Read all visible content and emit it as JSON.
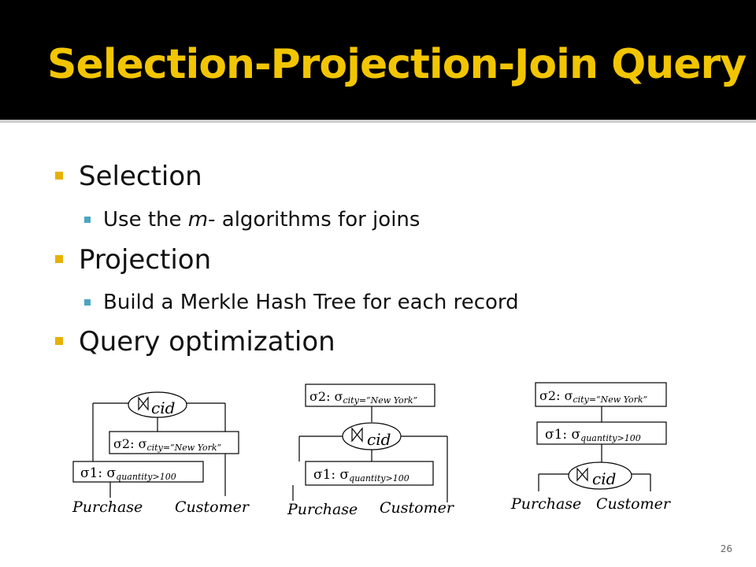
{
  "slide": {
    "title": "Selection-Projection-Join Query",
    "page_number": "26"
  },
  "bullets": [
    {
      "label": "Selection",
      "sub": {
        "before": "Use the ",
        "emph": "m",
        "after": "- algorithms for joins"
      }
    },
    {
      "label": "Projection",
      "sub": {
        "text": "Build a Merkle Hash Tree for each record"
      }
    },
    {
      "label": "Query optimization"
    }
  ],
  "diagram": {
    "join_label": "cid",
    "sigma1": {
      "prefix": "σ1: σ",
      "subscript": "quantity>100"
    },
    "sigma2": {
      "prefix": "σ2: σ",
      "subscript": "city=“New York”"
    },
    "relations": {
      "left": "Purchase",
      "right": "Customer"
    }
  },
  "colors": {
    "title": "#f2c500",
    "bullet_main": "#e8b100",
    "bullet_sub": "#4aa6c4",
    "header_bg": "#000000"
  }
}
